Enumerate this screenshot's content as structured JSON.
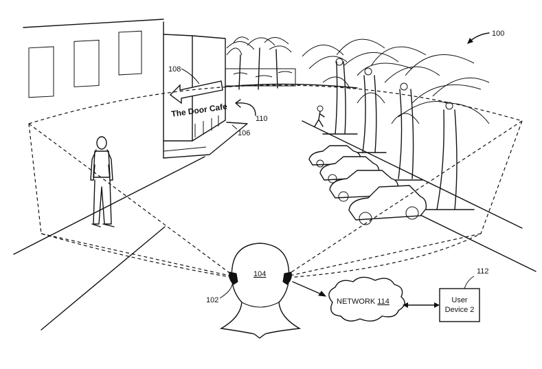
{
  "labels": {
    "ref_100": "100",
    "ref_102": "102",
    "ref_104": "104",
    "ref_106": "106",
    "ref_108": "108",
    "ref_110": "110",
    "ref_112": "112",
    "cafe_sign": "The Door Cafe",
    "network_text": "NETWORK ",
    "network_num": "114",
    "device_line1": "User",
    "device_line2": "Device 2"
  }
}
